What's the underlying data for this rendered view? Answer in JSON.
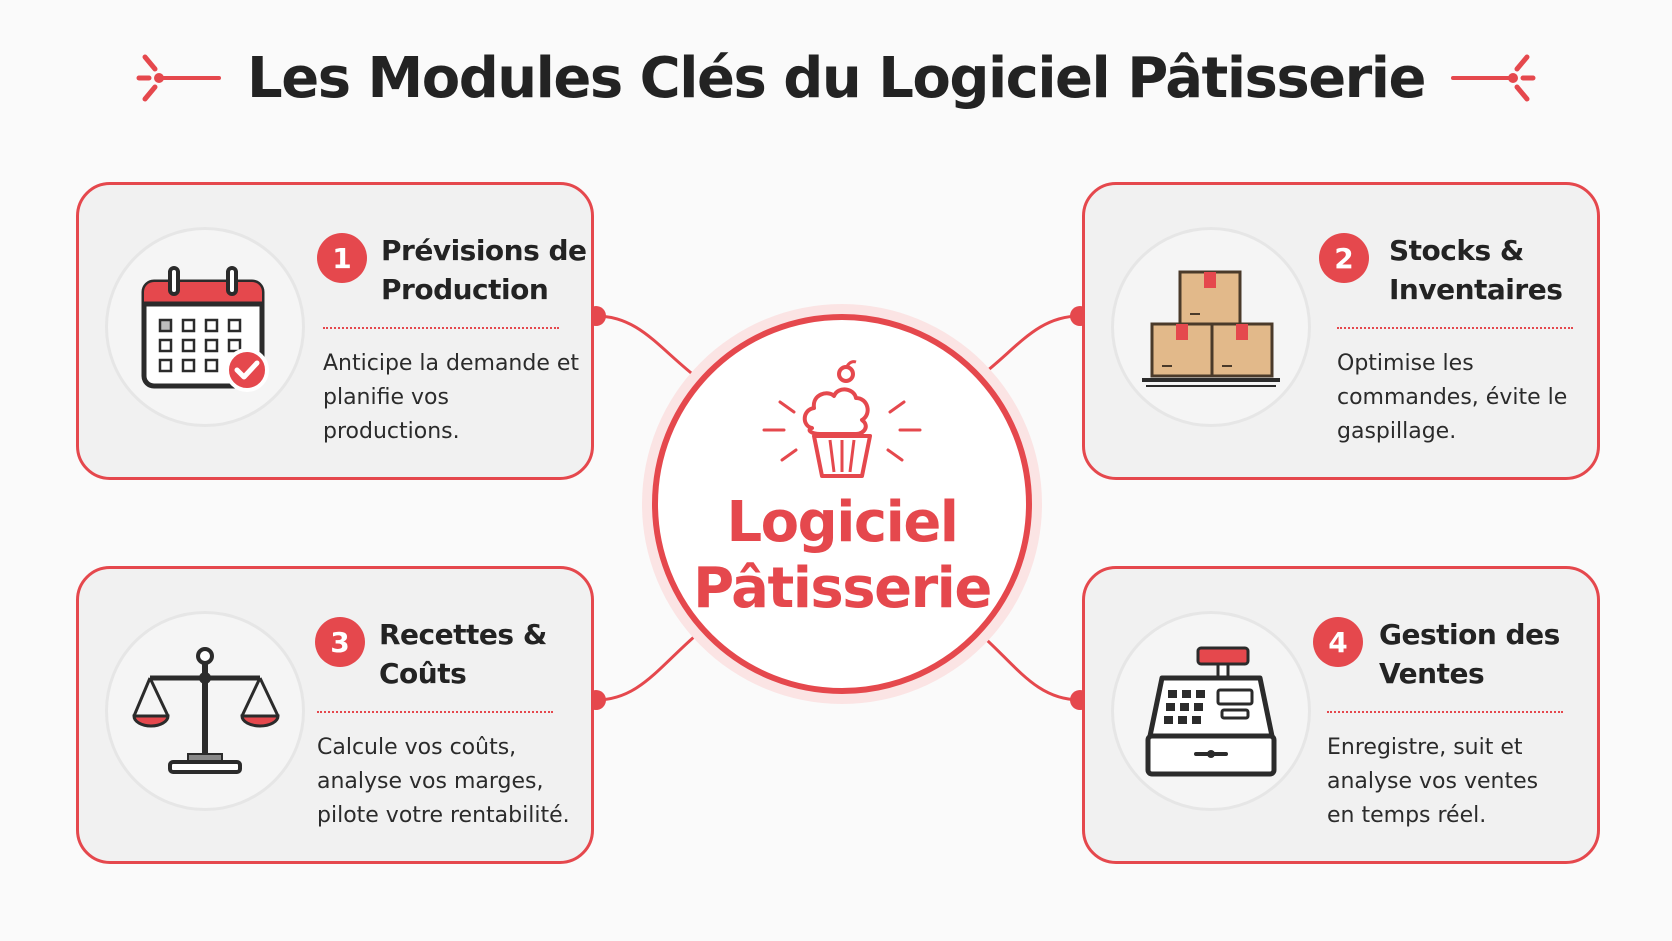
{
  "header": {
    "title": "Les Modules Clés du Logiciel Pâtisserie"
  },
  "hub": {
    "line1": "Logiciel",
    "line2": "Pâtisserie"
  },
  "modules": [
    {
      "number": "1",
      "title": "Prévisions de Production",
      "description": "Anticipe la demande et planifie vos productions.",
      "icon": "calendar-check-icon"
    },
    {
      "number": "2",
      "title": "Stocks & Inventaires",
      "description": "Optimise les commandes, évite le gaspillage.",
      "icon": "boxes-icon"
    },
    {
      "number": "3",
      "title": "Recettes & Coûts",
      "description": "Calcule vos coûts, analyse vos marges, pilote votre rentabilité.",
      "icon": "scale-icon"
    },
    {
      "number": "4",
      "title": "Gestion des Ventes",
      "description": "Enregistre, suit et analyse vos ventes en temps réel.",
      "icon": "cash-register-icon"
    }
  ],
  "colors": {
    "accent": "#e5484d",
    "text": "#232323",
    "card_bg": "#f1f1f1",
    "box_tan": "#e2b98a"
  }
}
